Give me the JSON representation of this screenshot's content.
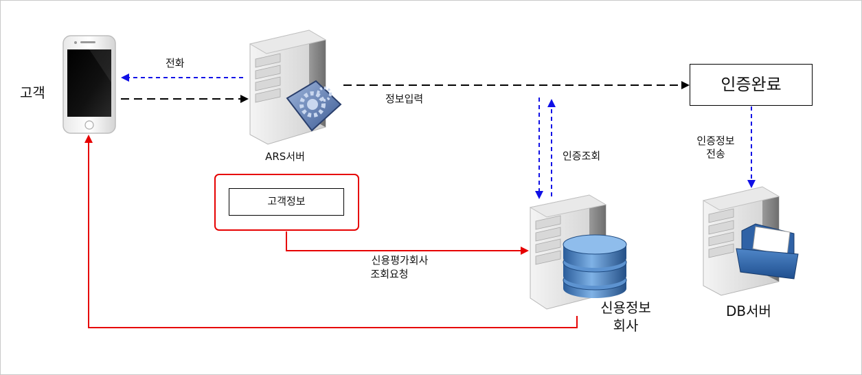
{
  "nodes": {
    "customer": "고객",
    "ars_server": "ARS서버",
    "auth_complete": "인증완료",
    "customer_info": "고객정보",
    "credit_company_line1": "신용정보",
    "credit_company_line2": "회사",
    "db_server": "DB서버"
  },
  "edges": {
    "call": "전화",
    "info_input": "정보입력",
    "auth_inquiry": "인증조회",
    "auth_info_send_line1": "인증정보",
    "auth_info_send_line2": "전송",
    "credit_request_line1": "신용평가회사",
    "credit_request_line2": "조회요청"
  },
  "colors": {
    "black_arrow": "#000000",
    "blue_arrow": "#1010e6",
    "red_arrow": "#e60000",
    "box_border": "#000000",
    "highlight_border": "#e60000"
  },
  "icons": {
    "phone": "smartphone-icon",
    "ars": "server-gear-icon",
    "credit": "server-database-icon",
    "db": "server-folder-icon"
  }
}
